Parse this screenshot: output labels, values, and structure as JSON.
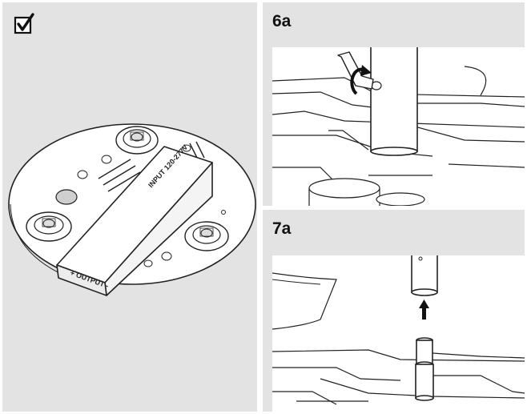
{
  "steps": {
    "left": {
      "icon": "checkmark-checkbox-icon"
    },
    "step_6a": {
      "label": "6a",
      "icon": "hex-key-rotate-icon"
    },
    "step_7a": {
      "label": "7a",
      "icon": "up-arrow-icon"
    }
  },
  "fixture": {
    "input_label": "INPUT 120-277V",
    "output_label": "+ OUTPUT -"
  },
  "colors": {
    "panel_background": "#e3e3e3",
    "line_art": "#222222",
    "detail_background": "#ffffff"
  }
}
